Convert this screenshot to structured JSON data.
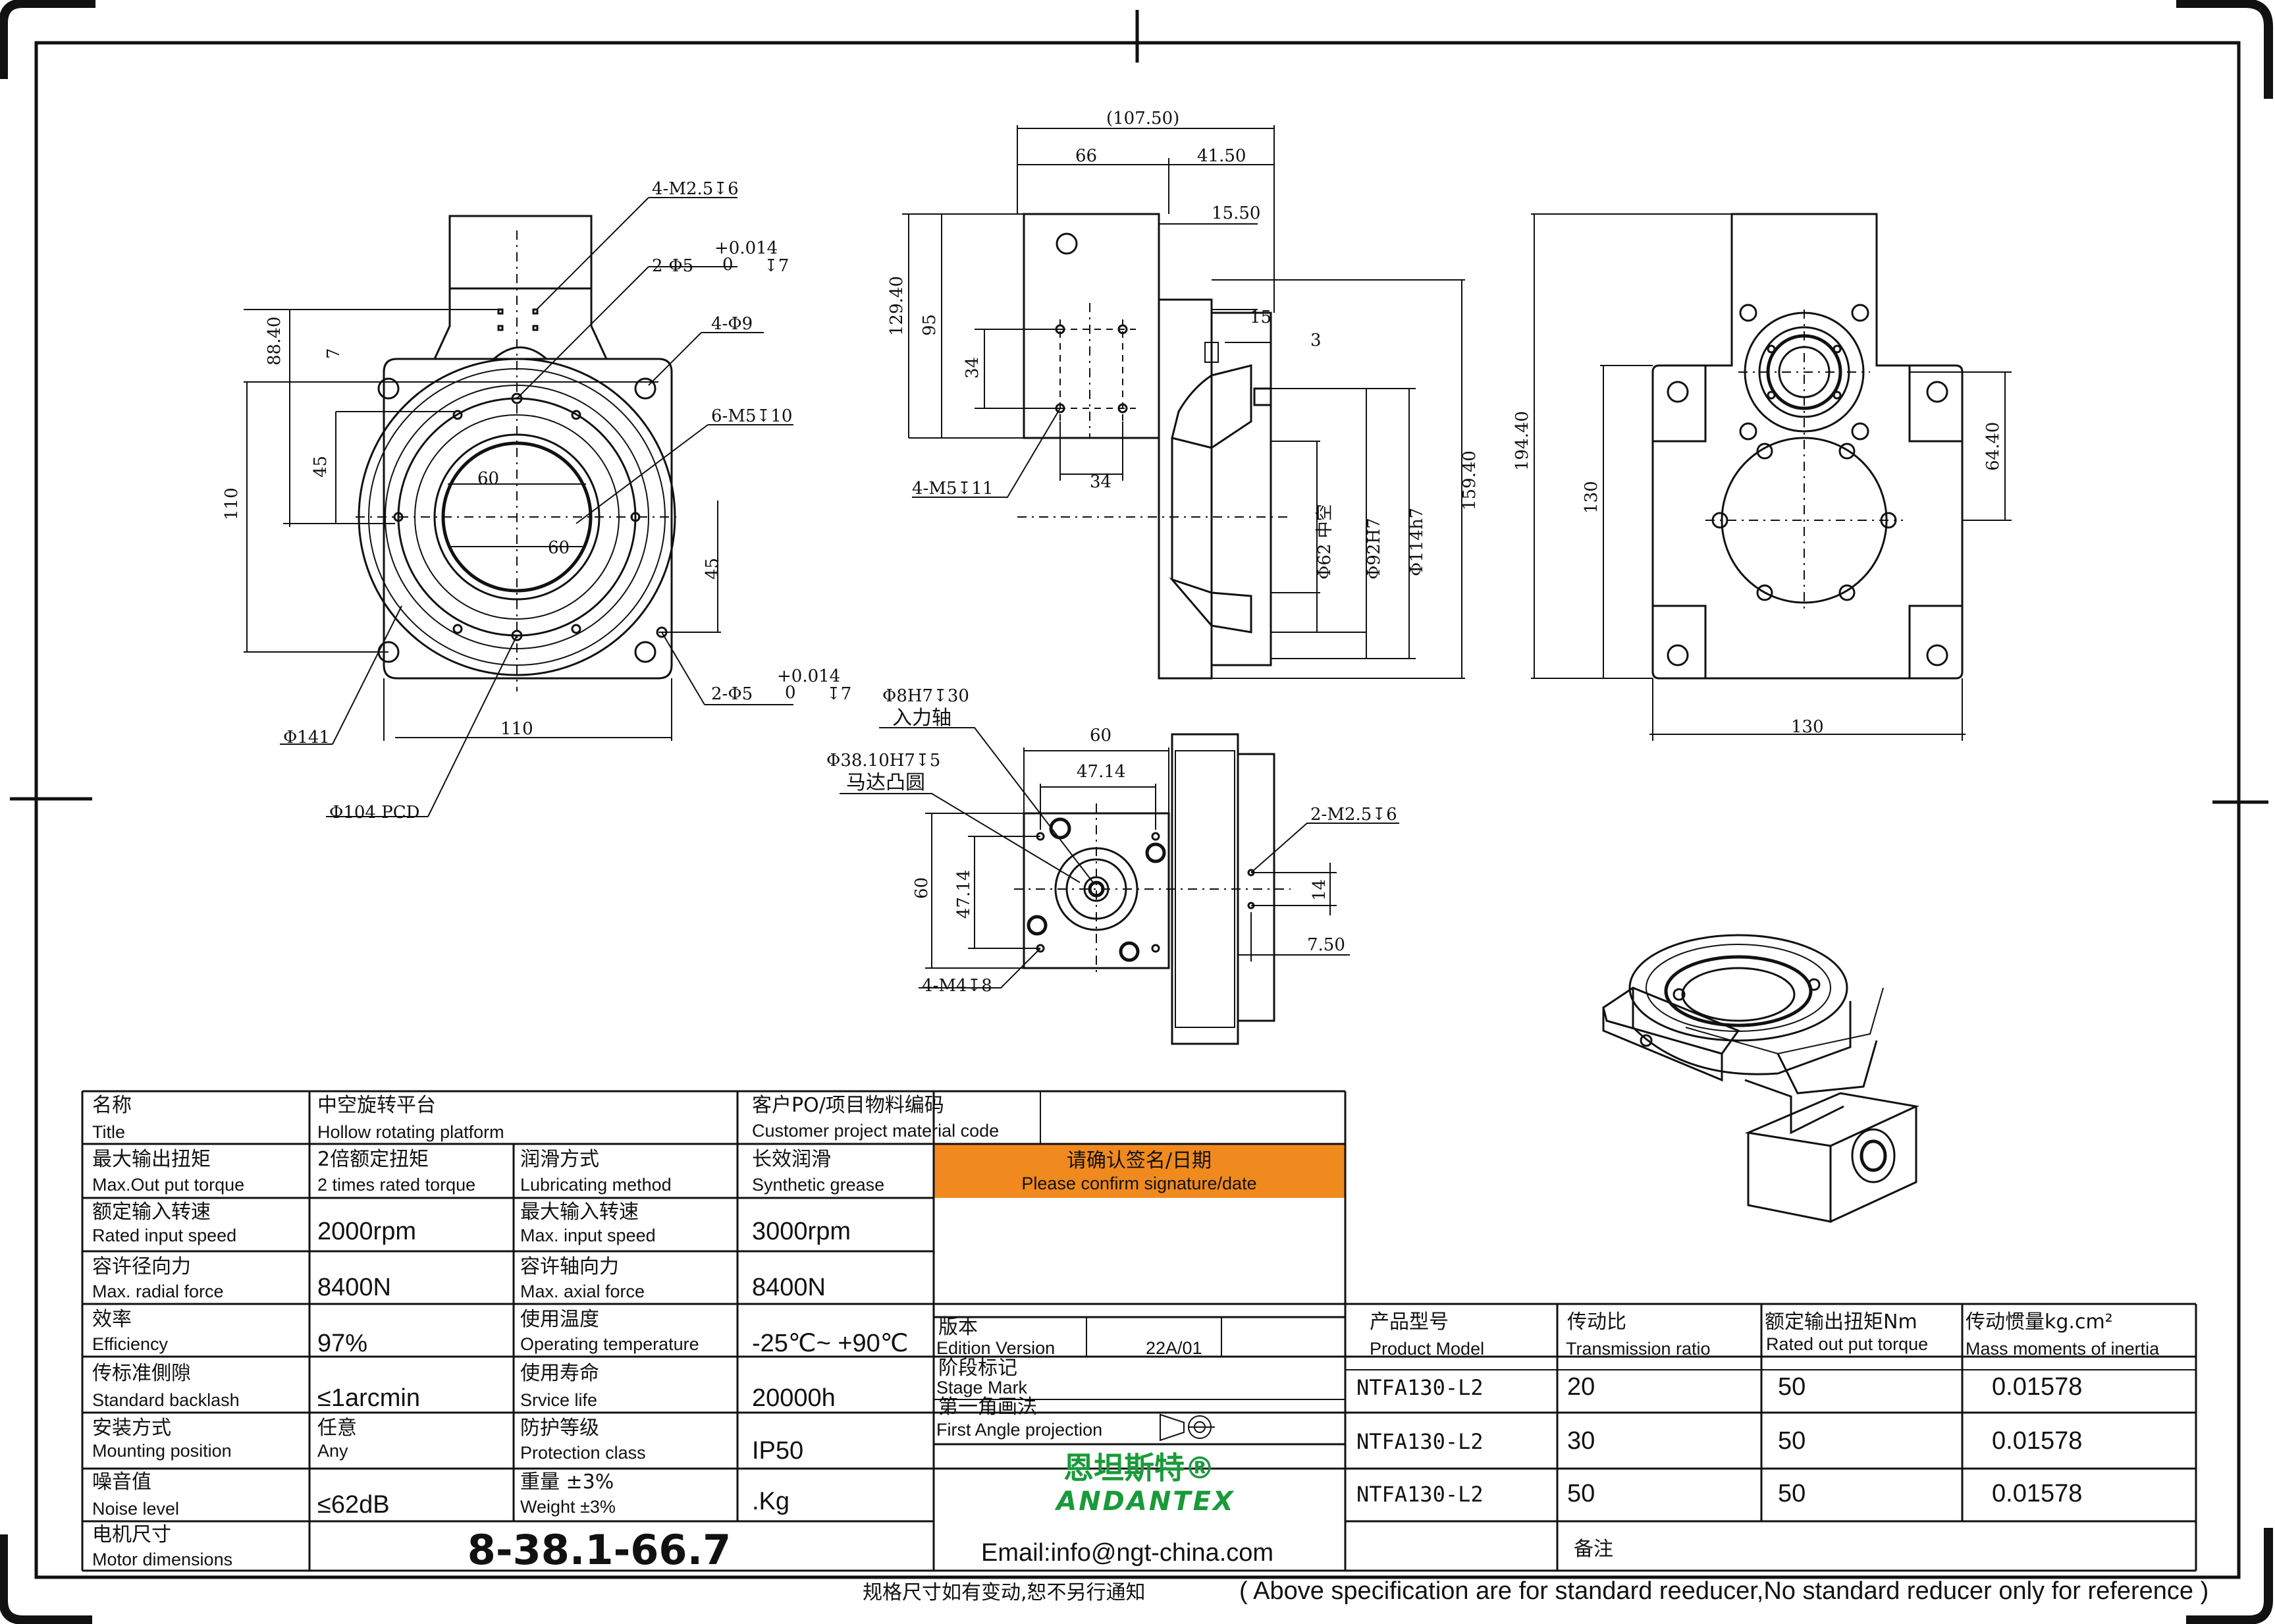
{
  "dims_front": {
    "d1": "4-M2.5↧6",
    "d2a": "2-Φ5",
    "d2tol_top": "+0.014",
    "d2tol_bot": "0",
    "d2b": "↧7",
    "d3": "4-Φ9",
    "d4": "6-M5↧10",
    "h88": "88.40",
    "h7": "7",
    "h110": "110",
    "h45a": "45",
    "w60a": "60",
    "w60b": "60",
    "h45b": "45",
    "d5a": "2-Φ5",
    "d5tol_top": "+0.014",
    "d5tol_bot": "0",
    "d5b": "↧7",
    "dia141": "Φ141",
    "w110": "110",
    "pcd": "Φ104 PCD"
  },
  "dims_side": {
    "w107": "(107.50)",
    "w66": "66",
    "w41": "41.50",
    "w15_50": "15.50",
    "w15": "15",
    "w3": "3",
    "h129": "129.40",
    "h95": "95",
    "h34": "34",
    "w34": "34",
    "m5": "4-M5↧11",
    "d62": "Φ62 中空",
    "d92": "Φ92H7",
    "d114": "Φ114h7",
    "h159": "159.40"
  },
  "dims_rear": {
    "h194": "194.40",
    "h130": "130",
    "h64": "64.40",
    "w130": "130"
  },
  "dims_motor": {
    "d8h7": "Φ8H7↧30",
    "input_shaft": "入力轴",
    "w60": "60",
    "w47": "47.14",
    "d38": "Φ38.10H7↧5",
    "motor_boss": "马达凸圆",
    "h60": "60",
    "h47": "47.14",
    "m4": "4-M4↧8",
    "m25": "2-M2.5↧6",
    "h14": "14",
    "w7_50": "7.50"
  },
  "table": {
    "title_cn": "名称",
    "title_en": "Title",
    "title_val_cn": "中空旋转平台",
    "title_val_en": "Hollow rotating platform",
    "cust_cn": "客户PO/项目物料编码",
    "cust_en": "Customer project material code",
    "rows": [
      {
        "l_cn": "最大输出扭矩",
        "l_en": "Max.Out put torque",
        "v1_cn": "2倍额定扭矩",
        "v1_en": "2 times rated torque",
        "m_cn": "润滑方式",
        "m_en": "Lubricating method",
        "v2_cn": "长效润滑",
        "v2_en": "Synthetic grease"
      },
      {
        "l_cn": "额定输入转速",
        "l_en": "Rated input speed",
        "v1": "2000rpm",
        "m_cn": "最大输入转速",
        "m_en": "Max. input speed",
        "v2": "3000rpm"
      },
      {
        "l_cn": "容许径向力",
        "l_en": "Max. radial force",
        "v1": "8400N",
        "m_cn": "容许轴向力",
        "m_en": "Max. axial force",
        "v2": "8400N"
      },
      {
        "l_cn": "效率",
        "l_en": "Efficiency",
        "v1": "97%",
        "m_cn": "使用温度",
        "m_en": "Operating temperature",
        "v2": "-25℃~ +90℃"
      },
      {
        "l_cn": "传标准側隙",
        "l_en": "Standard backlash",
        "v1": "≤1arcmin",
        "m_cn": "使用寿命",
        "m_en": "Srvice life",
        "v2": "20000h"
      },
      {
        "l_cn": "安装方式",
        "l_en": "Mounting position",
        "v1_cn": "任意",
        "v1_en": "Any",
        "m_cn": "防护等级",
        "m_en": "Protection class",
        "v2": "IP50"
      },
      {
        "l_cn": "噪音值",
        "l_en": "Noise level",
        "v1": "≤62dB",
        "m_cn": "重量 ±3%",
        "m_en": "Weight ±3%",
        "v2": ".Kg"
      }
    ],
    "motor_cn": "电机尺寸",
    "motor_en": "Motor dimensions",
    "motor_val": "8-38.1-66.7",
    "confirm_cn": "请确认签名/日期",
    "confirm_en": "Please confirm signature/date",
    "edition_cn": "版本",
    "edition_en": "Edition Version",
    "edition_val": "22A/01",
    "stage_cn": "阶段标记",
    "stage_en": "Stage Mark",
    "proj_cn": "第一角画法",
    "proj_en": "First Angle projection",
    "brand_cn": "恩坦斯特®",
    "brand_en": "ANDANTEX",
    "email": "Email:info@ngt-china.com",
    "remark": "备注",
    "model_hdr_cn": "产品型号",
    "model_hdr_en": "Product Model",
    "ratio_hdr_cn": "传动比",
    "ratio_hdr_en": "Transmission ratio",
    "torque_hdr_cn": "额定输出扭矩Nm",
    "torque_hdr_en": "Rated out put torque",
    "inertia_hdr_cn": "传动惯量kg.cm²",
    "inertia_hdr_en": "Mass moments of inertia",
    "models": [
      {
        "model": "NTFA130-L2",
        "ratio": "20",
        "torque": "50",
        "inertia": "0.01578"
      },
      {
        "model": "NTFA130-L2",
        "ratio": "30",
        "torque": "50",
        "inertia": "0.01578"
      },
      {
        "model": "NTFA130-L2",
        "ratio": "50",
        "torque": "50",
        "inertia": "0.01578"
      }
    ]
  },
  "footer": {
    "cn": "规格尺寸如有变动,恕不另行通知",
    "en": "( Above specification are for standard reeducer,No standard reducer only for reference )"
  },
  "colors": {
    "confirm_bg": "#f08a1e",
    "brand_green": "#1a9a3a",
    "line": "#111111"
  }
}
